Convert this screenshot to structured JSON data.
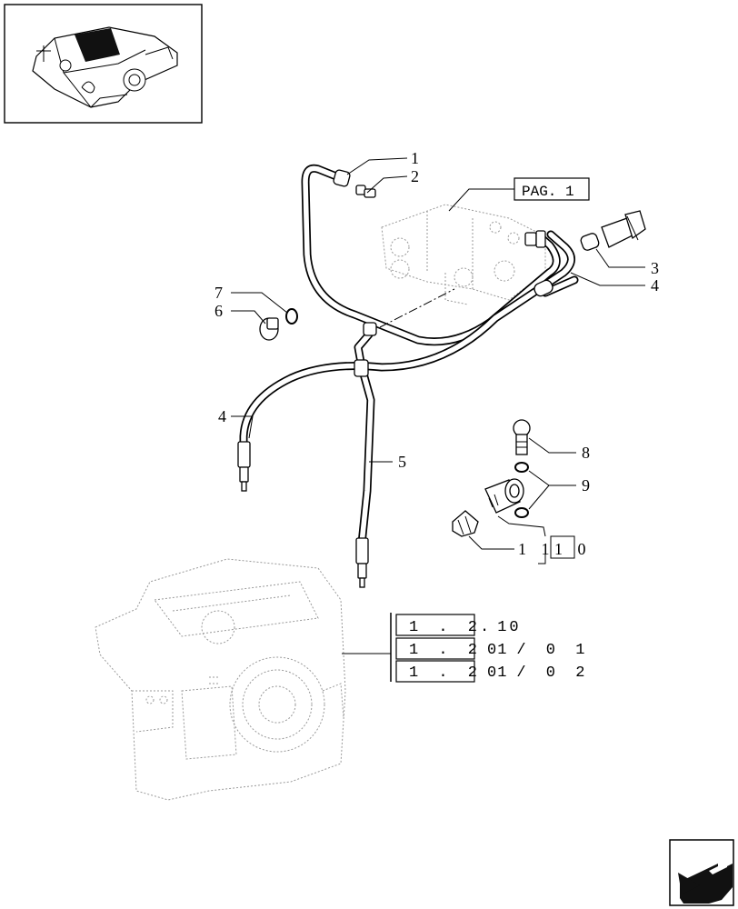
{
  "callouts": {
    "c1": "1",
    "c2": "2",
    "c3": "3",
    "c4a": "4",
    "c4b": "4",
    "c5": "5",
    "c6": "6",
    "c7": "7",
    "c8": "8",
    "c9": "9",
    "c11": "1 1",
    "c10": "1 0",
    "pag": "PAG. 1"
  },
  "references": [
    {
      "box": "1 . 2 1",
      "suffix": ". 0"
    },
    {
      "box": "1 . 2 1",
      "suffix": "0 / 0 1"
    },
    {
      "box": "1 . 2 1",
      "suffix": "0 / 0 2"
    }
  ],
  "icons": {
    "thumbnail": "hydraulic-valve-thumbnail",
    "nav": "next-page-arrow-icon"
  }
}
